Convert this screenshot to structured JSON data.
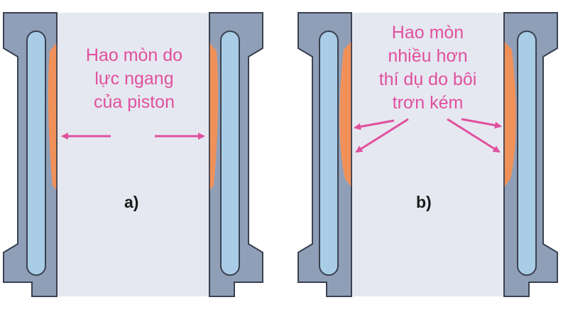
{
  "panels": [
    {
      "label": "a)",
      "note_lines": [
        "Hao mòn do",
        "lực ngang",
        "của piston"
      ]
    },
    {
      "label": "b)",
      "note_lines": [
        "Hao mòn",
        "nhiều hơn",
        "thí dụ do bôi",
        "trơn kém"
      ]
    }
  ],
  "colors": {
    "wall": "#8f9fb8",
    "wall_edge": "#3a4150",
    "bore": "#e6e8f1",
    "coolant": "#a9cde6",
    "wear": "#f0915a",
    "annotation": "#e0509e"
  }
}
